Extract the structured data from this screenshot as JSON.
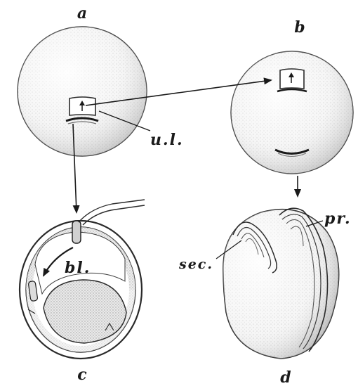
{
  "panels": {
    "a": "a",
    "b": "b",
    "c": "c",
    "d": "d"
  },
  "labels": {
    "upper_lip": "u.l.",
    "blastocoel": "bl.",
    "primary": "pr.",
    "secondary": "sec."
  }
}
